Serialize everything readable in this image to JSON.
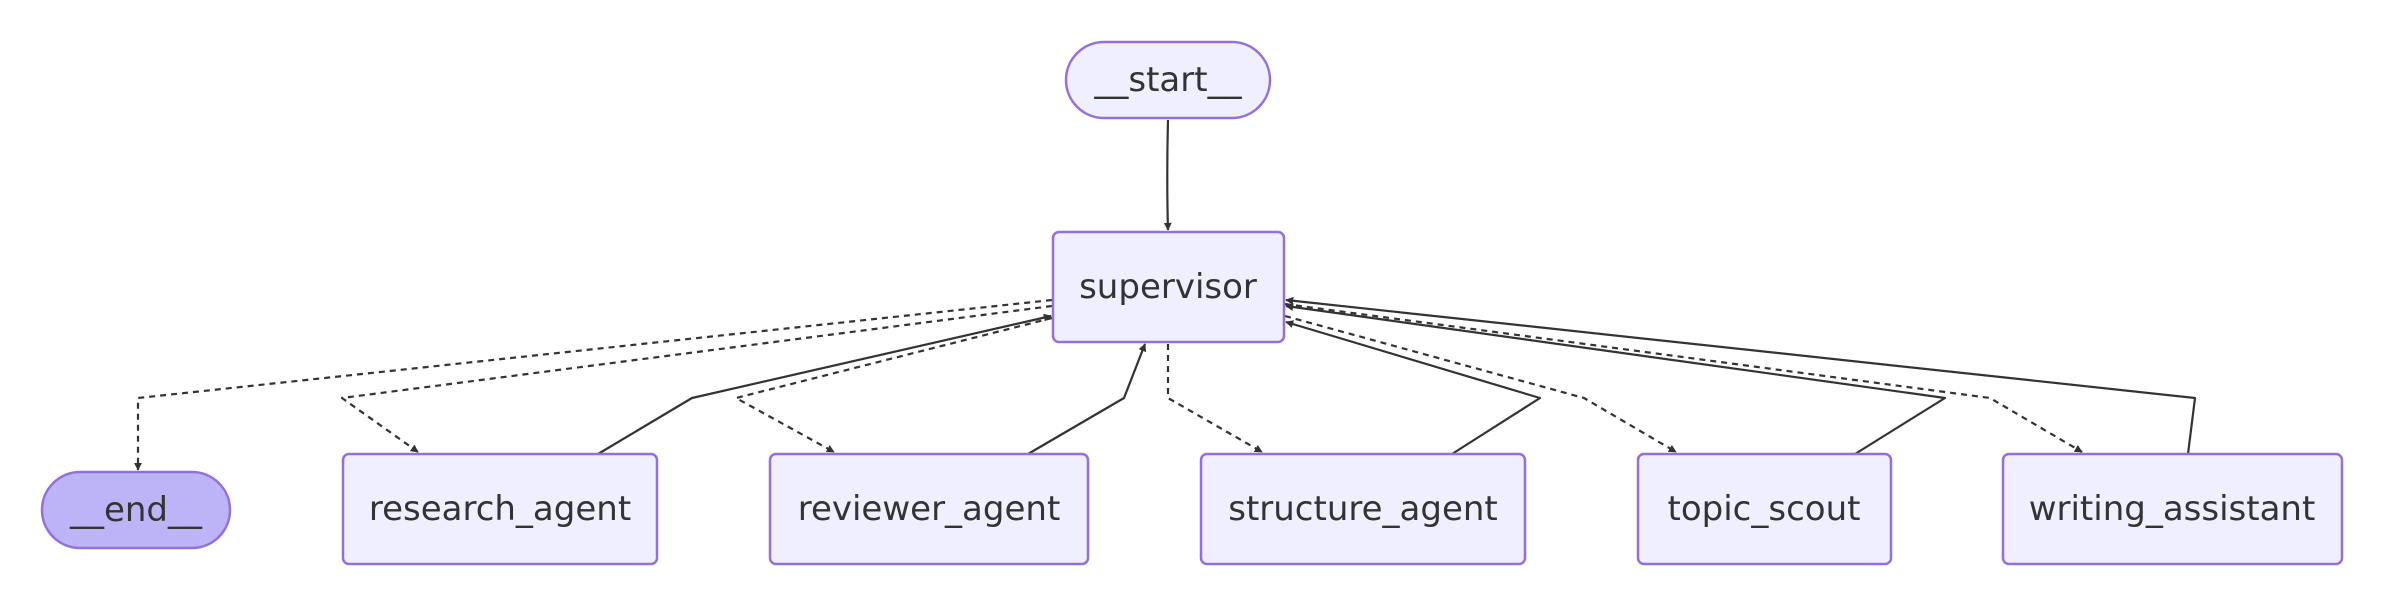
{
  "graph": {
    "colors": {
      "node_fill": "#f0efff",
      "node_stroke": "#9370db",
      "end_fill": "#bcb4f7",
      "edge": "#333333",
      "text": "#333333"
    },
    "nodes": [
      {
        "id": "start",
        "label": "__start__",
        "kind": "terminal"
      },
      {
        "id": "supervisor",
        "label": "supervisor",
        "kind": "agent"
      },
      {
        "id": "end",
        "label": "__end__",
        "kind": "terminal-end"
      },
      {
        "id": "research_agent",
        "label": "research_agent",
        "kind": "agent"
      },
      {
        "id": "reviewer_agent",
        "label": "reviewer_agent",
        "kind": "agent"
      },
      {
        "id": "structure_agent",
        "label": "structure_agent",
        "kind": "agent"
      },
      {
        "id": "topic_scout",
        "label": "topic_scout",
        "kind": "agent"
      },
      {
        "id": "writing_assistant",
        "label": "writing_assistant",
        "kind": "agent"
      }
    ],
    "edges": [
      {
        "from": "start",
        "to": "supervisor",
        "style": "solid"
      },
      {
        "from": "supervisor",
        "to": "end",
        "style": "dashed"
      },
      {
        "from": "supervisor",
        "to": "research_agent",
        "style": "dashed"
      },
      {
        "from": "supervisor",
        "to": "reviewer_agent",
        "style": "dashed"
      },
      {
        "from": "supervisor",
        "to": "structure_agent",
        "style": "dashed"
      },
      {
        "from": "supervisor",
        "to": "topic_scout",
        "style": "dashed"
      },
      {
        "from": "supervisor",
        "to": "writing_assistant",
        "style": "dashed"
      },
      {
        "from": "research_agent",
        "to": "supervisor",
        "style": "solid"
      },
      {
        "from": "reviewer_agent",
        "to": "supervisor",
        "style": "solid"
      },
      {
        "from": "structure_agent",
        "to": "supervisor",
        "style": "solid"
      },
      {
        "from": "topic_scout",
        "to": "supervisor",
        "style": "solid"
      },
      {
        "from": "writing_assistant",
        "to": "supervisor",
        "style": "solid"
      }
    ]
  }
}
